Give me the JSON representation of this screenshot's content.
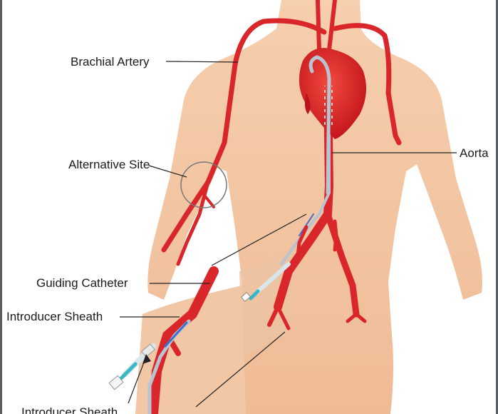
{
  "labels": {
    "brachial_artery": "Brachial Artery",
    "alternative_site": "Alternative Site",
    "aorta": "Aorta",
    "guiding_catheter": "Guiding Catheter",
    "introducer_sheath": "Introducer Sheath",
    "introducer_sheath_cut": "Introducer Sheath"
  },
  "colors": {
    "skin": "#f4c7a4",
    "skin_shadow": "#e9b48c",
    "artery": "#d8262a",
    "artery_dark": "#a8161b",
    "catheter": "#b9c3d1",
    "sheath_blue": "#3a6fd0",
    "leader": "#222222"
  }
}
